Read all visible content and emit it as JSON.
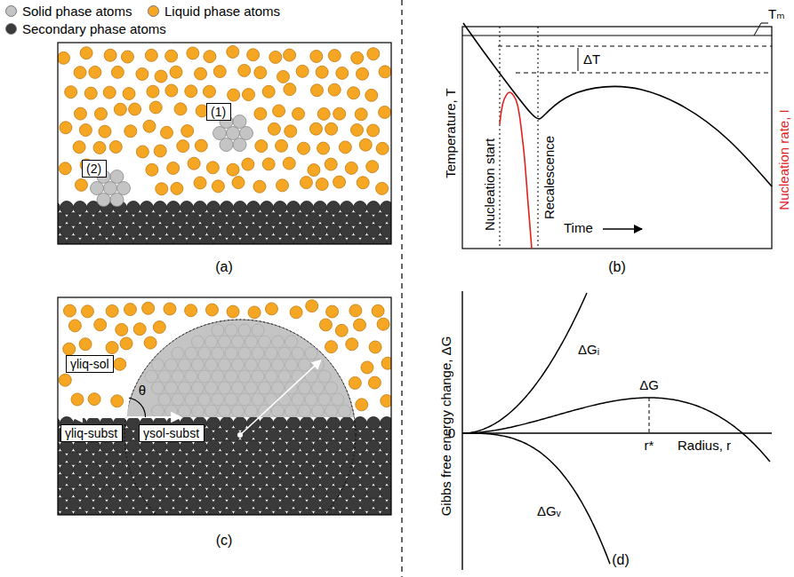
{
  "diagram": {
    "nodes": [
      {
        "text": [
          "(1)"
        ]
      },
      {
        "text": [
          "(2)"
        ]
      },
      {
        "text": [
          "γliq-sol"
        ]
      },
      {
        "text": [
          "γliq-subst"
        ]
      },
      {
        "text": [
          "γsol-subst"
        ]
      }
    ],
    "labels": [
      "(a)",
      "Tₘ",
      "ΔT",
      "Temperature, T",
      "Nucleation rate, I",
      "Nucleation start",
      "Recalescence",
      "Time",
      "(b)",
      "θ",
      "(c)",
      "Gibbs free energy change, ΔG",
      "ΔGᵢ",
      "ΔG",
      "ΔGᵥ",
      "Radius, r",
      "r*",
      "0",
      "(d)"
    ],
    "legend": [
      {
        "text": "Solid phase atoms",
        "color": "#c4c4c4"
      },
      {
        "text": "Liquid phase atoms",
        "color": "#f5a623"
      },
      {
        "text": "Secondary phase atoms",
        "color": "#3a3a3a"
      }
    ]
  }
}
